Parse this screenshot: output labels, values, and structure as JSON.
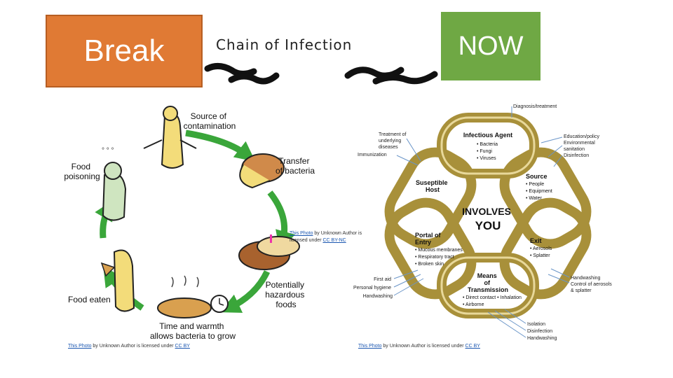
{
  "slide": {
    "break_label": "Break",
    "now_label": "NOW",
    "chain_title": "Chain of Infection"
  },
  "cycle": {
    "source": [
      "Source of",
      "contamination"
    ],
    "transfer": [
      "Transfer",
      "of bacteria"
    ],
    "hazardous": [
      "Potentially",
      "hazardous",
      "foods"
    ],
    "time": [
      "Time and warmth",
      "allows bacteria to grow"
    ],
    "eaten": "Food eaten",
    "poisoning": [
      "Food",
      "poisoning"
    ]
  },
  "links": {
    "center": [
      "INVOLVES",
      "YOU"
    ],
    "infectious_agent": {
      "title": "Infectious Agent",
      "items": [
        "• Bacteria",
        "• Fungi",
        "• Viruses"
      ]
    },
    "source": {
      "title": "Source",
      "items": [
        "• People",
        "• Equipment",
        "• Water"
      ]
    },
    "exit": {
      "title": "Exit",
      "items": [
        "• Aerosols",
        "• Splatter"
      ]
    },
    "means": {
      "title": [
        "Means",
        "of",
        "Transmission"
      ],
      "items": [
        "• Direct contact • Inhalation",
        "• Airborne"
      ]
    },
    "portal": {
      "title": [
        "Portal of",
        "Entry"
      ],
      "items": [
        "• Mucous membranes",
        "• Respiratory tract",
        "• Broken skin"
      ]
    },
    "susceptible": {
      "title": [
        "Suseptible",
        "Host"
      ]
    }
  },
  "callouts": {
    "top": "Diagnosis/treatment",
    "treatment": [
      "Treatment of",
      "underlying",
      "diseases"
    ],
    "immunization": "Immunization",
    "education": [
      "Education/policy",
      "Environmental",
      "sanitation",
      "Disinfection"
    ],
    "first_aid": [
      "First aid",
      "Personal hygiene",
      "Handwashing"
    ],
    "handwashing_right": [
      "Handwashing",
      "Control of aerosols",
      "& splatter"
    ],
    "bottom": [
      "Isolation",
      "Disinfection",
      "Handwashing"
    ]
  },
  "credits": {
    "left": {
      "link": "This Photo",
      "middle": " by Unknown Author is licensed under ",
      "license": "CC BY"
    },
    "center": {
      "link": "This Photo",
      "middle": " by Unknown Author is",
      "line2": "licensed under ",
      "license": "CC BY-NC"
    },
    "right": {
      "link": "This Photo",
      "middle": " by Unknown Author is licensed under ",
      "license": "CC BY"
    }
  },
  "colors": {
    "break": "#e07a34",
    "now": "#6fa844",
    "arrow": "#3aa63a",
    "chain": "#a8903a"
  }
}
